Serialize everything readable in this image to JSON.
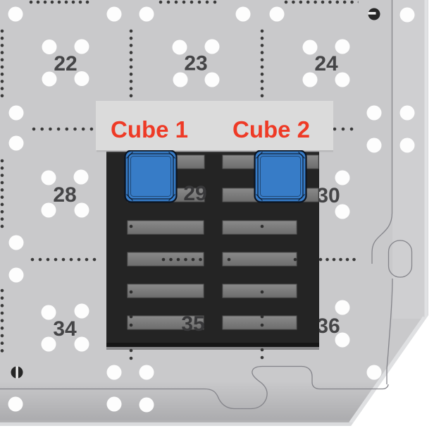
{
  "plate": {
    "cells": [
      {
        "label": "22"
      },
      {
        "label": "23"
      },
      {
        "label": "24"
      },
      {
        "label": "28"
      },
      {
        "label": "29"
      },
      {
        "label": "30"
      },
      {
        "label": "34"
      },
      {
        "label": "35"
      },
      {
        "label": "36"
      }
    ],
    "markers": {
      "top_right": "screw-slot-horizontal",
      "bottom_left": "screw-slot-vertical"
    }
  },
  "cubes": [
    {
      "label": "Cube 1"
    },
    {
      "label": "Cube 2"
    }
  ],
  "colors": {
    "cube_fill": "#377cc7",
    "cube_border": "#0b1422",
    "label_red": "#ee3a26",
    "plate_gray": "#c9c9cb",
    "pallet_black": "#242424",
    "pallet_slot_gray": "#7a7a7a",
    "banner_gray": "#dbdbdb",
    "hole_white": "#fdfdfd",
    "grid_dot": "#3a3a3a",
    "cell_number": "#454547"
  }
}
